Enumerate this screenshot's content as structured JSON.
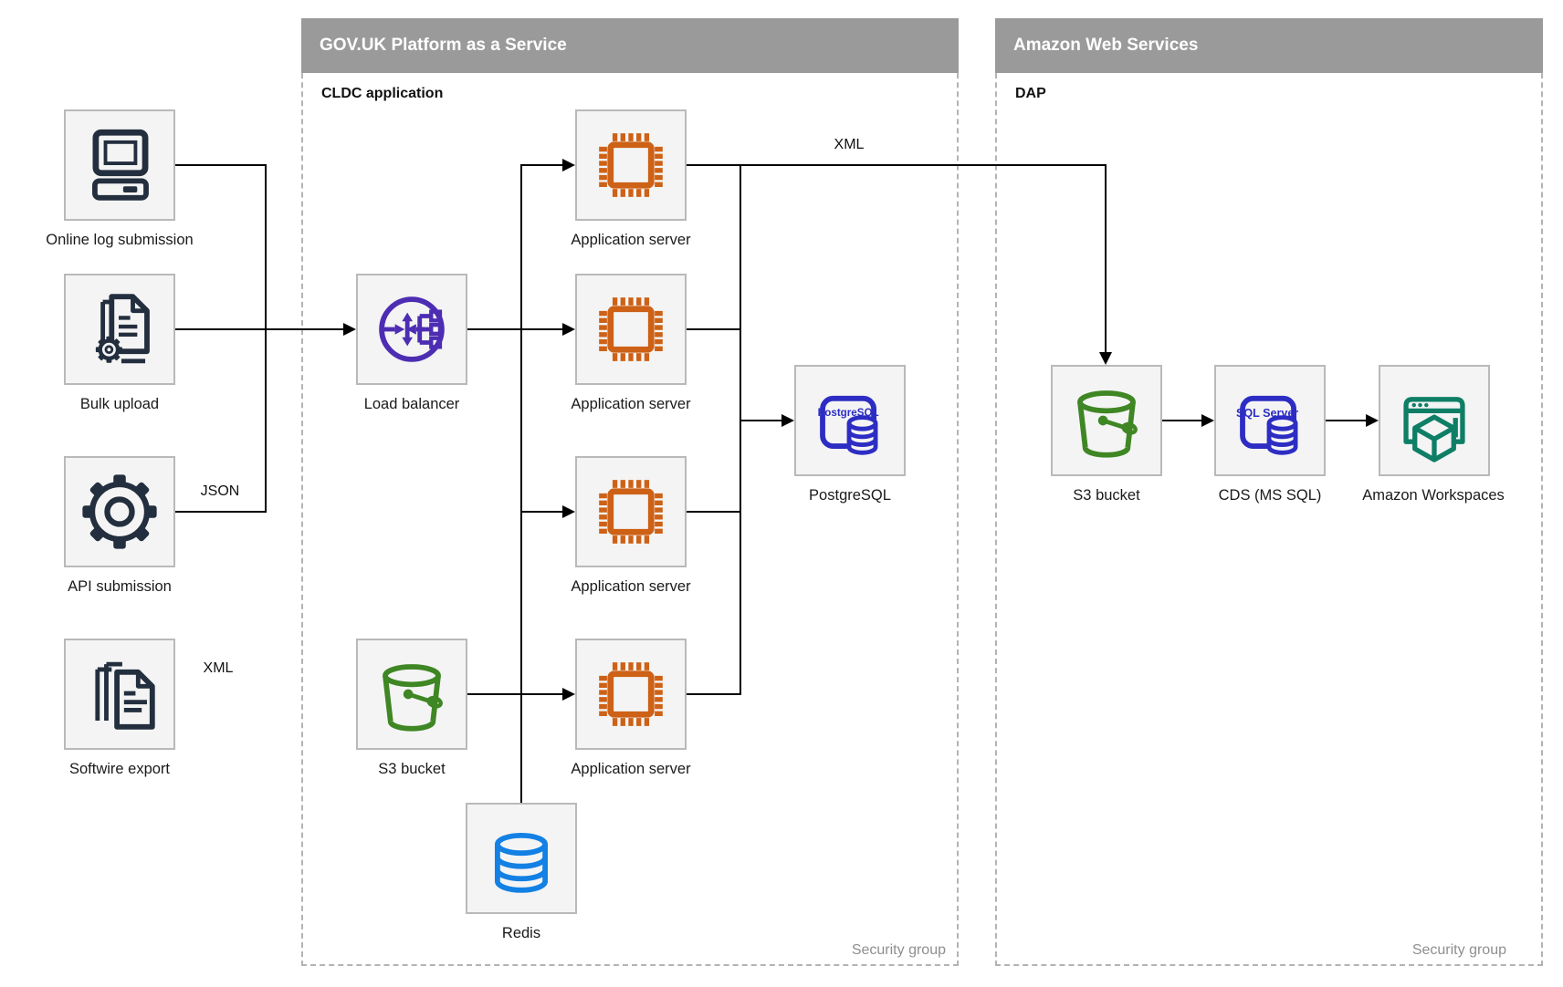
{
  "containers": {
    "paas": {
      "title": "GOV.UK Platform as a Service",
      "sublabel": "CLDC application",
      "security_label": "Security group"
    },
    "aws": {
      "title": "Amazon Web Services",
      "sublabel": "DAP",
      "security_label": "Security group"
    }
  },
  "nodes": {
    "online_log": {
      "label": "Online log submission",
      "icon": "desktop-computer-icon"
    },
    "bulk_upload": {
      "label": "Bulk upload",
      "icon": "document-gear-icon"
    },
    "api_submission": {
      "label": "API submission",
      "icon": "gear-icon"
    },
    "softwire_export": {
      "label": "Softwire export",
      "icon": "documents-stack-icon"
    },
    "load_balancer": {
      "label": "Load balancer",
      "icon": "load-balancer-icon"
    },
    "s3_bucket_paas": {
      "label": "S3 bucket",
      "icon": "s3-bucket-icon"
    },
    "app_server_1": {
      "label": "Application server",
      "icon": "chip-icon"
    },
    "app_server_2": {
      "label": "Application server",
      "icon": "chip-icon"
    },
    "app_server_3": {
      "label": "Application server",
      "icon": "chip-icon"
    },
    "app_server_4": {
      "label": "Application server",
      "icon": "chip-icon"
    },
    "redis": {
      "label": "Redis",
      "icon": "database-cylinder-icon"
    },
    "postgresql": {
      "label": "PostgreSQL",
      "icon": "postgresql-icon",
      "icon_text": "PostgreSQL"
    },
    "s3_bucket_dap": {
      "label": "S3 bucket",
      "icon": "s3-bucket-icon"
    },
    "cds": {
      "label": "CDS (MS SQL)",
      "icon": "sql-server-icon",
      "icon_text": "SQL Server"
    },
    "workspaces": {
      "label": "Amazon Workspaces",
      "icon": "amazon-workspaces-icon"
    }
  },
  "edge_labels": {
    "api_to_loadbalancer": "JSON",
    "softwire_to_s3": "XML",
    "appserver_to_dap": "XML"
  },
  "colors": {
    "header_bg": "#9a9a9a",
    "header_text": "#ffffff",
    "node_fill": "#f4f4f4",
    "node_border": "#b9b9b9",
    "container_border": "#b3b3b3",
    "connector": "#000000",
    "security_text": "#8f8f8f",
    "source_icon_navy": "#232f3e",
    "app_server_orange": "#cd6116",
    "load_balancer_purple": "#4c2db3",
    "bucket_green": "#3f8624",
    "sql_indigo": "#2d2dc4",
    "redis_blue": "#1380e4",
    "workspaces_teal": "#0e7f66"
  }
}
